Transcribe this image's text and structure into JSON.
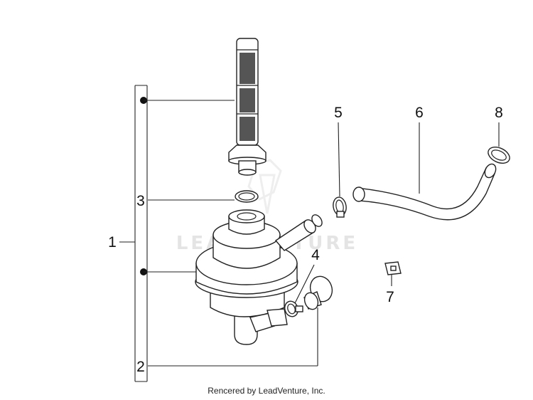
{
  "diagram": {
    "callouts": {
      "c1": "1",
      "c2": "2",
      "c3": "3",
      "c4": "4",
      "c5": "5",
      "c6": "6",
      "c7": "7",
      "c8": "8"
    },
    "watermark": "LEADVENTURE",
    "footer": "Rencered by LeadVenture, Inc."
  }
}
